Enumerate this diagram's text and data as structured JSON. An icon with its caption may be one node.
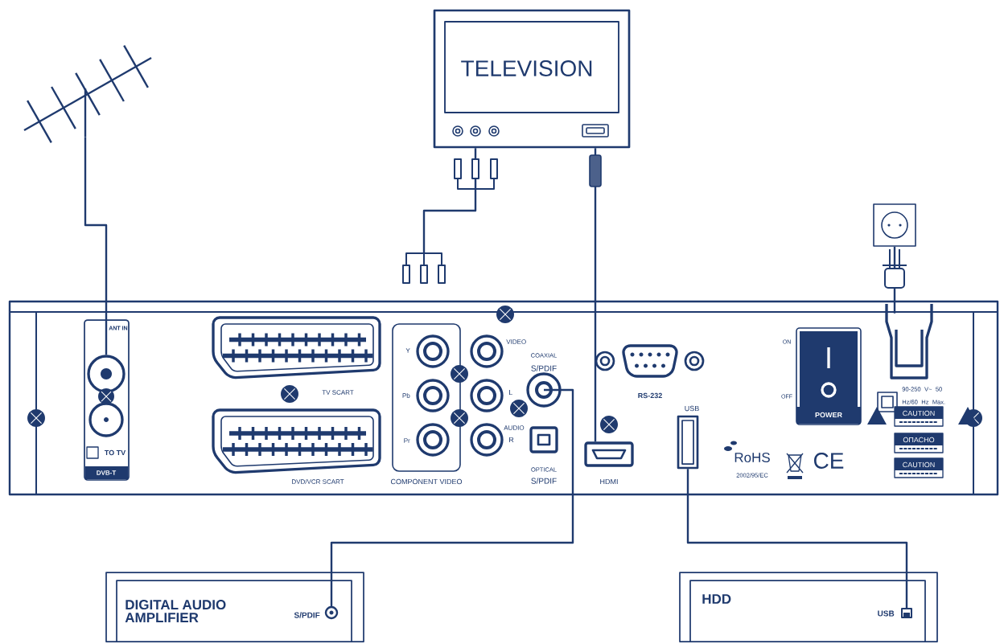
{
  "diagram": {
    "nodes": [
      {
        "text": [],
        "shape": "antenna"
      },
      {
        "text": [
          "TELEVISION"
        ]
      },
      {
        "text": [],
        "shape": "socket"
      },
      {
        "text": [],
        "shape": "box"
      },
      {
        "text": [
          "ANT IN"
        ],
        "in": 3
      },
      {
        "text": [
          "HDMI"
        ],
        "in": 3
      },
      {
        "text": [
          "COAXIAL",
          "S/PDIF"
        ],
        "in": 3
      },
      {
        "text": [
          "USB"
        ],
        "in": 3
      },
      {
        "text": [],
        "shape": "box",
        "in": 3
      },
      {
        "text": [
          "DIGITAL AUDIO AMPLIFIER",
          "S/PDIF"
        ]
      },
      {
        "text": [
          "HDD",
          "USB"
        ]
      },
      {
        "text": [],
        "shape": "circle",
        "in": 3,
        "beside": [
          "Y"
        ]
      },
      {
        "text": [],
        "shape": "circle",
        "in": 3,
        "beside": [
          "Pb"
        ]
      },
      {
        "text": [],
        "shape": "circle",
        "in": 3,
        "beside": [
          "Pr"
        ]
      },
      {
        "text": [],
        "shape": "circle",
        "in": 3,
        "beside": [
          "VIDEO"
        ]
      },
      {
        "text": [],
        "shape": "circle",
        "in": 3,
        "beside": [
          "L"
        ]
      },
      {
        "text": [],
        "shape": "circle",
        "in": 3,
        "beside": [
          "R"
        ]
      }
    ],
    "edges": [
      {
        "from": 0,
        "to": 4,
        "arrow": "none"
      },
      {
        "from": 1,
        "to": 5,
        "arrow": "none"
      },
      {
        "from": 1,
        "to": null,
        "arrow": "other"
      },
      {
        "from": 2,
        "to": 8,
        "arrow": "none"
      },
      {
        "from": 6,
        "to": 9,
        "arrow": "none"
      },
      {
        "from": 7,
        "to": 10,
        "arrow": "none"
      }
    ],
    "labels": [
      "TO TV",
      "DVB-T",
      "TV SCART",
      "DVD/VCR SCART",
      "AUDIO",
      "COMPONENT VIDEO",
      "OPTICAL",
      "S/PDIF",
      "RS-232",
      "ON",
      "OFF",
      "POWER",
      "90-250 V~ 50 Hz/60 Hz Max. 40 W",
      "CAUTION",
      "ОПАСНО",
      "CAUTION",
      "RoHS",
      "2002/95/EC",
      "CE"
    ]
  }
}
